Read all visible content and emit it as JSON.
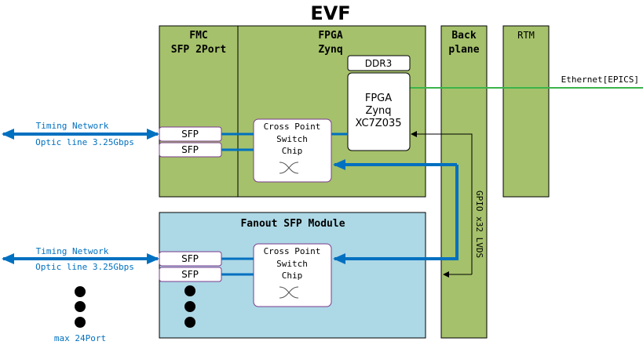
{
  "title": "EVF",
  "colors": {
    "green": "#a5c16b",
    "blue_module": "#add8e6",
    "arrow_blue": "#0070c0",
    "ethernet_green": "#3cb44b"
  },
  "fmc": {
    "line1": "FMC",
    "line2": "SFP 2Port"
  },
  "fpga_panel": {
    "line1": "FPGA",
    "line2": "Zynq"
  },
  "ddr3": "DDR3",
  "fpga_chip": {
    "line1": "FPGA",
    "line2": "Zynq",
    "line3": "XC7Z035"
  },
  "crosspoint": {
    "line1": "Cross Point",
    "line2": "Switch",
    "line3": "Chip"
  },
  "sfp_label": "SFP",
  "backplane": {
    "line1": "Back",
    "line2": "plane"
  },
  "rtm": "RTM",
  "ethernet": "Ethernet[EPICS]",
  "gpio": "GPIO x32 LVDS",
  "fanout": "Fanout SFP Module",
  "timing": {
    "line1": "Timing Network",
    "line2": "Optic line 3.25Gbps"
  },
  "max_ports": "max 24Port"
}
